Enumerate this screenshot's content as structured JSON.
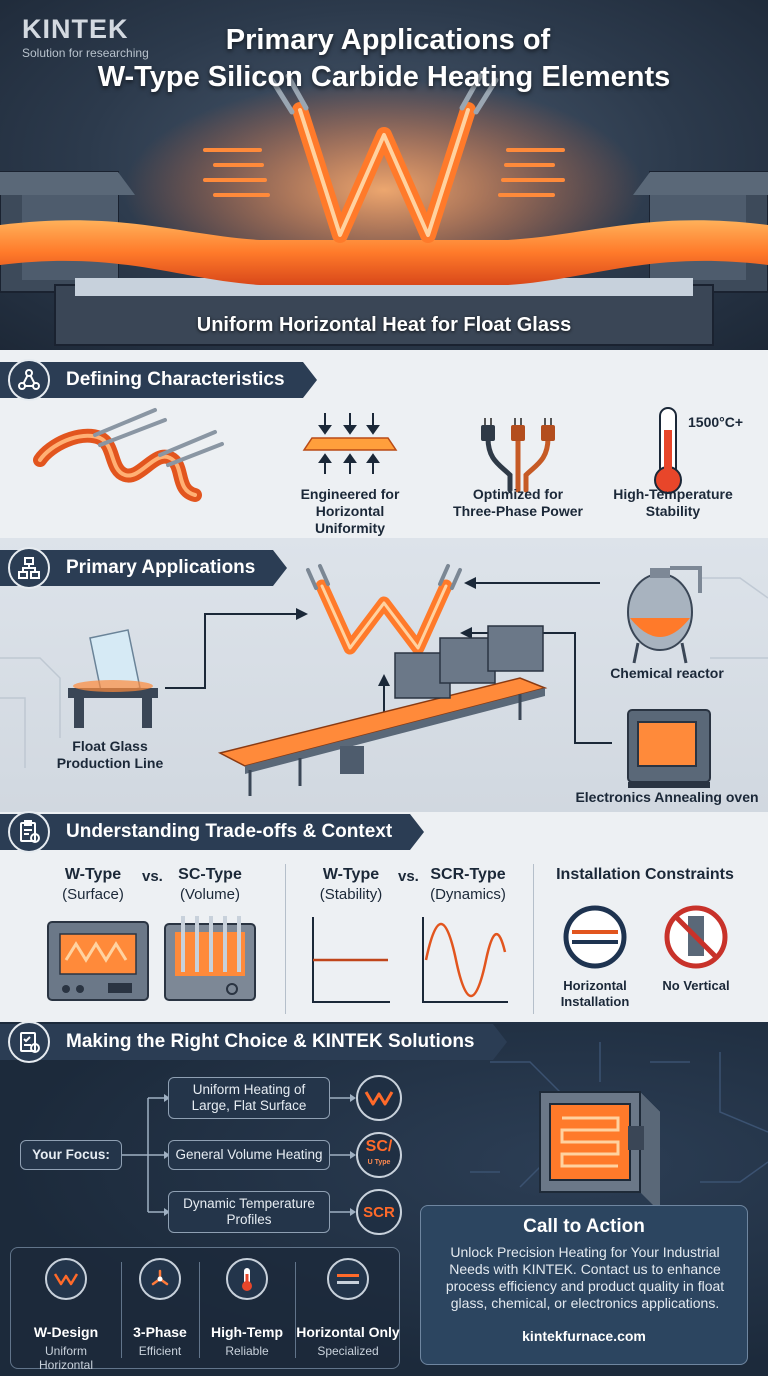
{
  "brand": {
    "name": "KINTEK",
    "tagline": "Solution for researching"
  },
  "hero": {
    "title_line1": "Primary Applications of",
    "title_line2": "W-Type Silicon Carbide Heating Elements",
    "caption": "Uniform Horizontal Heat for Float Glass"
  },
  "characteristics": {
    "heading": "Defining Characteristics",
    "items": [
      {
        "label_line1": "Engineered for",
        "label_line2": "Horizontal Uniformity"
      },
      {
        "label_line1": "Optimized for",
        "label_line2": "Three-Phase Power"
      },
      {
        "label_line1": "High-Temperature",
        "label_line2": "Stability"
      }
    ],
    "temperature": "1500°C+"
  },
  "applications": {
    "heading": "Primary Applications",
    "float_glass_line1": "Float Glass",
    "float_glass_line2": "Production Line",
    "chemical": "Chemical reactor",
    "electronics": "Electronics Annealing oven"
  },
  "tradeoffs": {
    "heading": "Understanding Trade-offs & Context",
    "compare1": {
      "left": "W-Type",
      "left_sub": "(Surface)",
      "vs": "vs.",
      "right": "SC-Type",
      "right_sub": "(Volume)"
    },
    "compare2": {
      "left": "W-Type",
      "left_sub": "(Stability)",
      "vs": "vs.",
      "right": "SCR-Type",
      "right_sub": "(Dynamics)"
    },
    "installation": {
      "heading": "Installation Constraints",
      "horizontal_line1": "Horizontal",
      "horizontal_line2": "Installation",
      "vertical": "No Vertical"
    }
  },
  "choice": {
    "heading": "Making the Right Choice & KINTEK Solutions",
    "focus_label": "Your Focus:",
    "options": [
      {
        "line1": "Uniform Heating of",
        "line2": "Large, Flat Surface",
        "badge": "W"
      },
      {
        "line1": "General Volume Heating",
        "line2": "",
        "badge": "SC/",
        "badge_sub": "U Type"
      },
      {
        "line1": "Dynamic Temperature",
        "line2": "Profiles",
        "badge": "SCR"
      }
    ],
    "features": [
      {
        "title": "W-Design",
        "sub_line1": "Uniform",
        "sub_line2": "Horizontal"
      },
      {
        "title": "3-Phase",
        "sub_line1": "Efficient",
        "sub_line2": ""
      },
      {
        "title": "High-Temp",
        "sub_line1": "Reliable",
        "sub_line2": ""
      },
      {
        "title": "Horizontal Only",
        "sub_line1": "Specialized",
        "sub_line2": ""
      }
    ],
    "cta": {
      "title": "Call to Action",
      "body": "Unlock Precision Heating for Your Industrial Needs with KINTEK. Contact us to enhance process efficiency and product quality in float glass, chemical, or electronics applications.",
      "link": "kintekfurnace.com"
    }
  },
  "colors": {
    "accent_orange": "#ff6a2a",
    "navy": "#2b3d54",
    "light_bg": "#edf0f3"
  }
}
